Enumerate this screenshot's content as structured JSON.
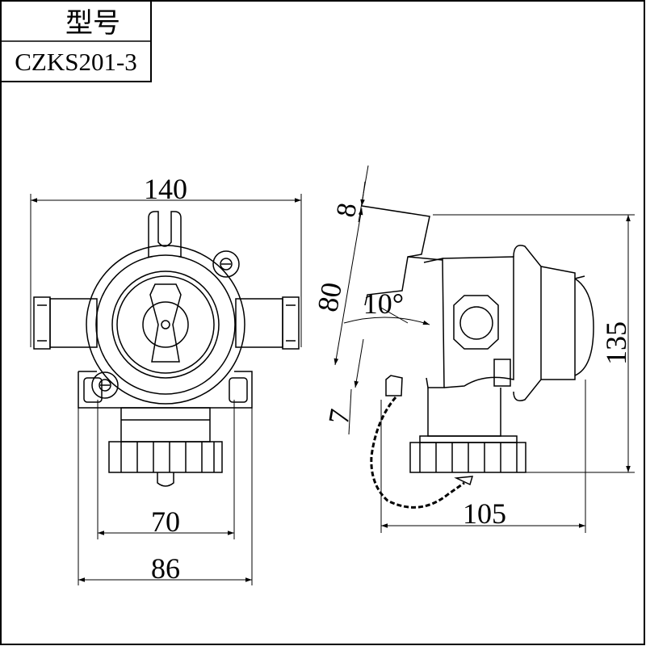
{
  "title_block": {
    "header": "型号",
    "model": "CZKS201-3"
  },
  "dimensions": {
    "front_width": "140",
    "mount_inner": "70",
    "mount_outer": "86",
    "side_depth": "105",
    "side_height": "135",
    "lid_length": "80",
    "lid_top": "8",
    "lid_angle": "10°",
    "lid_bottom": "7"
  },
  "colors": {
    "line": "#000000",
    "background": "#ffffff"
  }
}
